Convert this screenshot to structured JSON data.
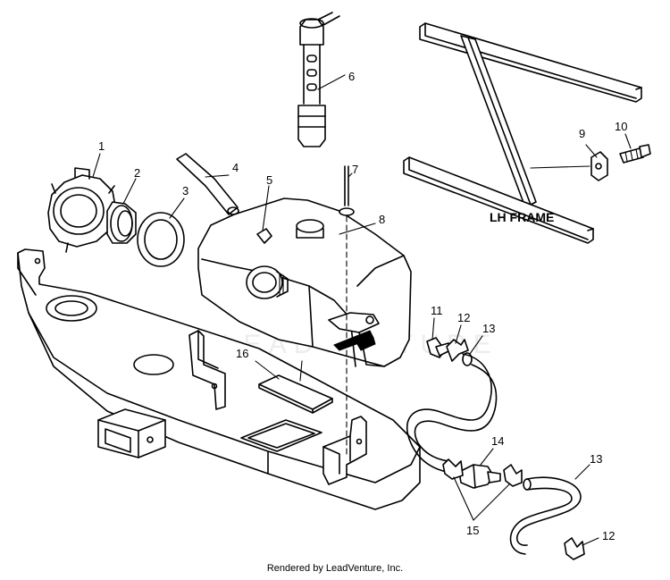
{
  "diagram": {
    "callouts": [
      "1",
      "2",
      "3",
      "4",
      "5",
      "6",
      "7",
      "8",
      "9",
      "10",
      "11",
      "12",
      "13",
      "14",
      "15",
      "16",
      "13",
      "12"
    ],
    "frame_label": "LH FRAME"
  },
  "watermark": "LEADVENTURE",
  "footer": "Rendered by LeadVenture, Inc."
}
